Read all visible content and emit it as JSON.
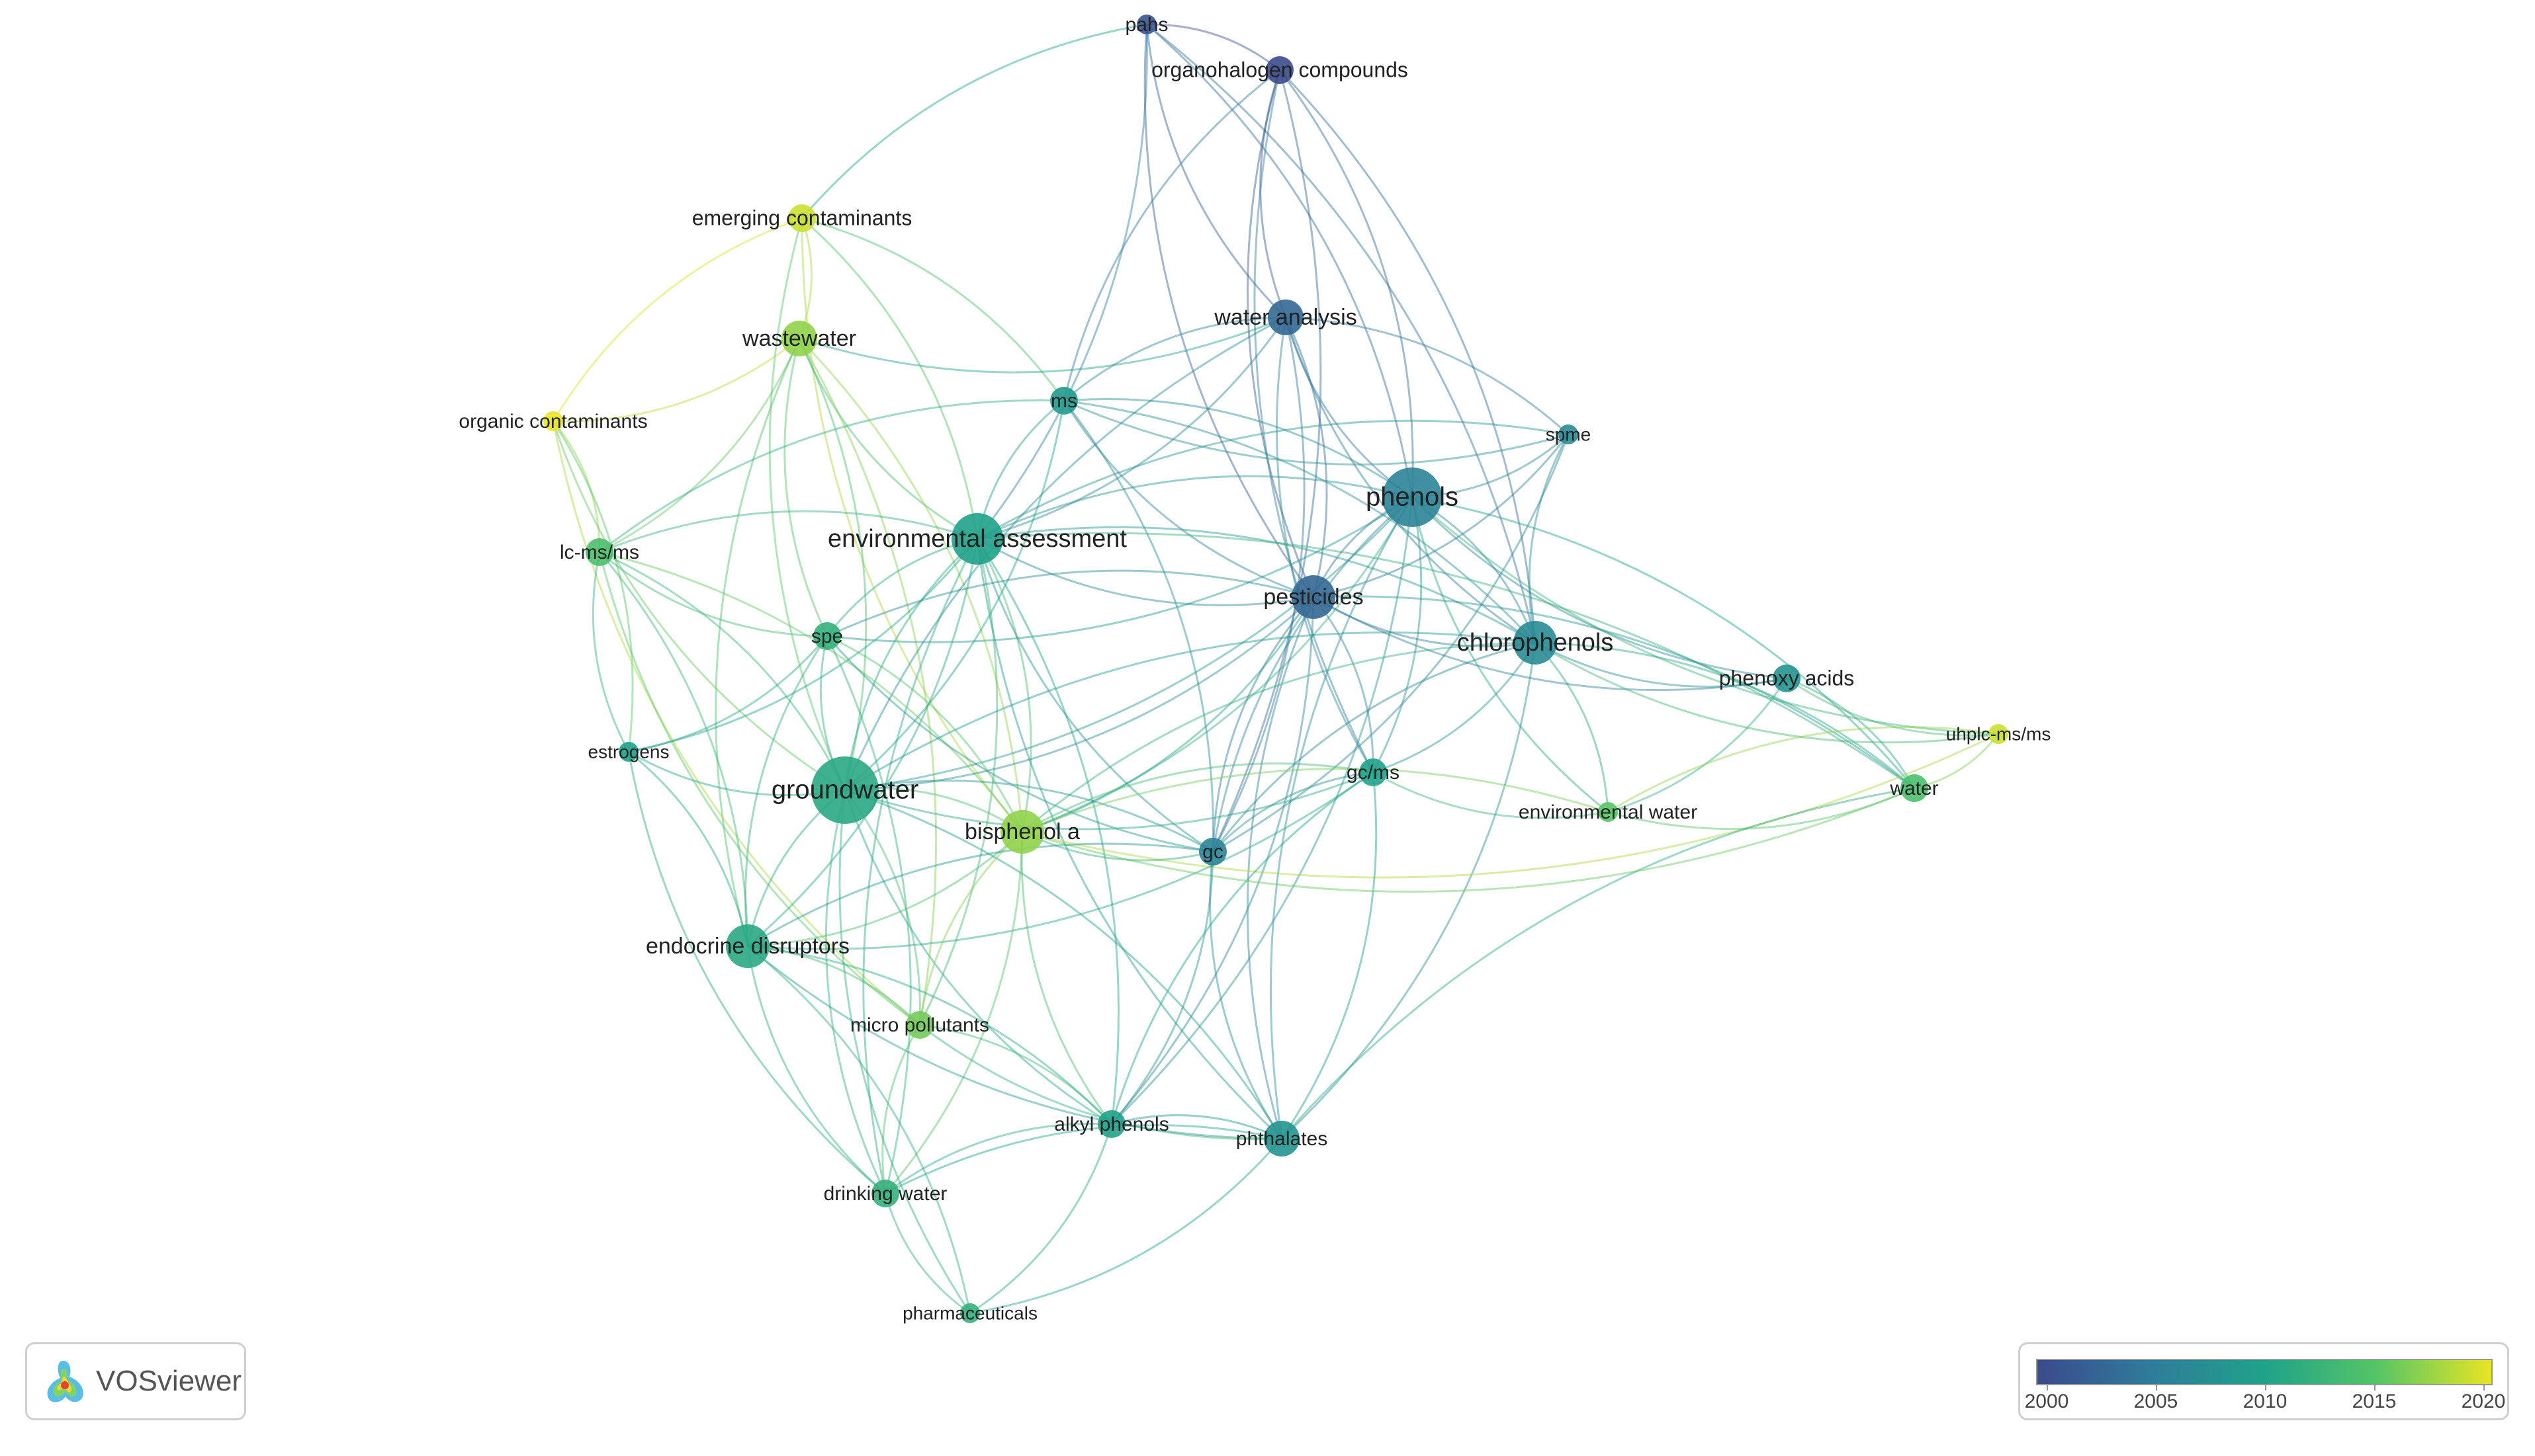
{
  "colors": {
    "2000": "#3b4a8c",
    "2005": "#2f7c9a",
    "2010": "#1fa28a",
    "2015": "#56c566",
    "2020": "#e8e523"
  },
  "nodes": [
    {
      "id": "pahs",
      "label": "pahs",
      "year": 2001,
      "weight": 1
    },
    {
      "id": "organohalogen",
      "label": "organohalogen compounds",
      "year": 2000,
      "weight": 2
    },
    {
      "id": "emerging",
      "label": "emerging contaminants",
      "year": 2019,
      "weight": 2
    },
    {
      "id": "wastewater",
      "label": "wastewater",
      "year": 2017,
      "weight": 3
    },
    {
      "id": "wateranalysis",
      "label": "water analysis",
      "year": 2003,
      "weight": 3
    },
    {
      "id": "ms",
      "label": "ms",
      "year": 2009,
      "weight": 2
    },
    {
      "id": "organiccont",
      "label": "organic contaminants",
      "year": 2020,
      "weight": 1
    },
    {
      "id": "spme",
      "label": "spme",
      "year": 2007,
      "weight": 1
    },
    {
      "id": "phenols",
      "label": "phenols",
      "year": 2006,
      "weight": 6
    },
    {
      "id": "envassess",
      "label": "environmental assessment",
      "year": 2010,
      "weight": 5
    },
    {
      "id": "lcmsms",
      "label": "lc-ms/ms",
      "year": 2014,
      "weight": 2
    },
    {
      "id": "pesticides",
      "label": "pesticides",
      "year": 2003,
      "weight": 4
    },
    {
      "id": "spe",
      "label": "spe",
      "year": 2012,
      "weight": 2
    },
    {
      "id": "chlorophenols",
      "label": "chlorophenols",
      "year": 2007,
      "weight": 4
    },
    {
      "id": "phenoxy",
      "label": "phenoxy acids",
      "year": 2008,
      "weight": 2
    },
    {
      "id": "estrogens",
      "label": "estrogens",
      "year": 2010,
      "weight": 1
    },
    {
      "id": "uhplc",
      "label": "uhplc-ms/ms",
      "year": 2019,
      "weight": 1
    },
    {
      "id": "gcms",
      "label": "gc/ms",
      "year": 2010,
      "weight": 2
    },
    {
      "id": "groundwater",
      "label": "groundwater",
      "year": 2011,
      "weight": 7
    },
    {
      "id": "water",
      "label": "water",
      "year": 2014,
      "weight": 2
    },
    {
      "id": "envwater",
      "label": "environmental water",
      "year": 2015,
      "weight": 1
    },
    {
      "id": "bisphenol",
      "label": "bisphenol a",
      "year": 2017,
      "weight": 4
    },
    {
      "id": "gc",
      "label": "gc",
      "year": 2006,
      "weight": 2
    },
    {
      "id": "endocrine",
      "label": "endocrine disruptors",
      "year": 2011,
      "weight": 4
    },
    {
      "id": "micro",
      "label": "micro pollutants",
      "year": 2016,
      "weight": 2
    },
    {
      "id": "alkyl",
      "label": "alkyl phenols",
      "year": 2010,
      "weight": 2
    },
    {
      "id": "phthalates",
      "label": "phthalates",
      "year": 2008,
      "weight": 3
    },
    {
      "id": "drinking",
      "label": "drinking water",
      "year": 2012,
      "weight": 2
    },
    {
      "id": "pharma",
      "label": "pharmaceuticals",
      "year": 2012,
      "weight": 1
    }
  ],
  "edges": [
    [
      "pahs",
      "organohalogen"
    ],
    [
      "pahs",
      "wateranalysis"
    ],
    [
      "pahs",
      "phenols"
    ],
    [
      "pahs",
      "pesticides"
    ],
    [
      "pahs",
      "envassess"
    ],
    [
      "pahs",
      "emerging"
    ],
    [
      "pahs",
      "chlorophenols"
    ],
    [
      "organohalogen",
      "wateranalysis"
    ],
    [
      "organohalogen",
      "phenols"
    ],
    [
      "organohalogen",
      "pesticides"
    ],
    [
      "organohalogen",
      "chlorophenols"
    ],
    [
      "organohalogen",
      "ms"
    ],
    [
      "organohalogen",
      "gc"
    ],
    [
      "organohalogen",
      "gcms"
    ],
    [
      "emerging",
      "wastewater"
    ],
    [
      "emerging",
      "organiccont"
    ],
    [
      "emerging",
      "envassess"
    ],
    [
      "emerging",
      "groundwater"
    ],
    [
      "emerging",
      "ms"
    ],
    [
      "emerging",
      "bisphenol"
    ],
    [
      "wastewater",
      "organiccont"
    ],
    [
      "wastewater",
      "envassess"
    ],
    [
      "wastewater",
      "groundwater"
    ],
    [
      "wastewater",
      "wateranalysis"
    ],
    [
      "wastewater",
      "bisphenol"
    ],
    [
      "wastewater",
      "spe"
    ],
    [
      "wastewater",
      "lcmsms"
    ],
    [
      "wastewater",
      "endocrine"
    ],
    [
      "wastewater",
      "micro"
    ],
    [
      "wateranalysis",
      "phenols"
    ],
    [
      "wateranalysis",
      "pesticides"
    ],
    [
      "wateranalysis",
      "chlorophenols"
    ],
    [
      "wateranalysis",
      "envassess"
    ],
    [
      "wateranalysis",
      "groundwater"
    ],
    [
      "wateranalysis",
      "gc"
    ],
    [
      "wateranalysis",
      "gcms"
    ],
    [
      "wateranalysis",
      "spme"
    ],
    [
      "wateranalysis",
      "ms"
    ],
    [
      "ms",
      "phenols"
    ],
    [
      "ms",
      "envassess"
    ],
    [
      "ms",
      "groundwater"
    ],
    [
      "ms",
      "pesticides"
    ],
    [
      "ms",
      "chlorophenols"
    ],
    [
      "ms",
      "lcmsms"
    ],
    [
      "ms",
      "gc"
    ],
    [
      "ms",
      "spme"
    ],
    [
      "organiccont",
      "lcmsms"
    ],
    [
      "organiccont",
      "groundwater"
    ],
    [
      "organiccont",
      "estrogens"
    ],
    [
      "organiccont",
      "micro"
    ],
    [
      "spme",
      "phenols"
    ],
    [
      "spme",
      "chlorophenols"
    ],
    [
      "spme",
      "pesticides"
    ],
    [
      "spme",
      "envassess"
    ],
    [
      "spme",
      "gc"
    ],
    [
      "phenols",
      "pesticides"
    ],
    [
      "phenols",
      "chlorophenols"
    ],
    [
      "phenols",
      "envassess"
    ],
    [
      "phenols",
      "groundwater"
    ],
    [
      "phenols",
      "gc"
    ],
    [
      "phenols",
      "gcms"
    ],
    [
      "phenols",
      "phenoxy"
    ],
    [
      "phenols",
      "water"
    ],
    [
      "phenols",
      "uhplc"
    ],
    [
      "phenols",
      "bisphenol"
    ],
    [
      "phenols",
      "phthalates"
    ],
    [
      "phenols",
      "spe"
    ],
    [
      "phenols",
      "envwater"
    ],
    [
      "phenols",
      "alkyl"
    ],
    [
      "envassess",
      "pesticides"
    ],
    [
      "envassess",
      "chlorophenols"
    ],
    [
      "envassess",
      "groundwater"
    ],
    [
      "envassess",
      "endocrine"
    ],
    [
      "envassess",
      "spe"
    ],
    [
      "envassess",
      "bisphenol"
    ],
    [
      "envassess",
      "lcmsms"
    ],
    [
      "envassess",
      "estrogens"
    ],
    [
      "envassess",
      "drinking"
    ],
    [
      "envassess",
      "micro"
    ],
    [
      "envassess",
      "phthalates"
    ],
    [
      "envassess",
      "alkyl"
    ],
    [
      "envassess",
      "gc"
    ],
    [
      "envassess",
      "water"
    ],
    [
      "lcmsms",
      "spe"
    ],
    [
      "lcmsms",
      "groundwater"
    ],
    [
      "lcmsms",
      "estrogens"
    ],
    [
      "lcmsms",
      "endocrine"
    ],
    [
      "lcmsms",
      "micro"
    ],
    [
      "lcmsms",
      "bisphenol"
    ],
    [
      "pesticides",
      "chlorophenols"
    ],
    [
      "pesticides",
      "groundwater"
    ],
    [
      "pesticides",
      "gc"
    ],
    [
      "pesticides",
      "gcms"
    ],
    [
      "pesticides",
      "phthalates"
    ],
    [
      "pesticides",
      "bisphenol"
    ],
    [
      "pesticides",
      "spe"
    ],
    [
      "pesticides",
      "alkyl"
    ],
    [
      "pesticides",
      "phenoxy"
    ],
    [
      "pesticides",
      "water"
    ],
    [
      "spe",
      "groundwater"
    ],
    [
      "spe",
      "bisphenol"
    ],
    [
      "spe",
      "endocrine"
    ],
    [
      "spe",
      "estrogens"
    ],
    [
      "spe",
      "gc"
    ],
    [
      "spe",
      "drinking"
    ],
    [
      "chlorophenols",
      "phenoxy"
    ],
    [
      "chlorophenols",
      "water"
    ],
    [
      "chlorophenols",
      "gc"
    ],
    [
      "chlorophenols",
      "gcms"
    ],
    [
      "chlorophenols",
      "groundwater"
    ],
    [
      "chlorophenols",
      "envwater"
    ],
    [
      "chlorophenols",
      "uhplc"
    ],
    [
      "chlorophenols",
      "phthalates"
    ],
    [
      "chlorophenols",
      "bisphenol"
    ],
    [
      "phenoxy",
      "water"
    ],
    [
      "phenoxy",
      "uhplc"
    ],
    [
      "phenoxy",
      "envwater"
    ],
    [
      "estrogens",
      "groundwater"
    ],
    [
      "estrogens",
      "endocrine"
    ],
    [
      "estrogens",
      "drinking"
    ],
    [
      "uhplc",
      "water"
    ],
    [
      "uhplc",
      "envwater"
    ],
    [
      "uhplc",
      "bisphenol"
    ],
    [
      "gcms",
      "gc"
    ],
    [
      "gcms",
      "groundwater"
    ],
    [
      "gcms",
      "bisphenol"
    ],
    [
      "gcms",
      "phthalates"
    ],
    [
      "gcms",
      "envwater"
    ],
    [
      "gcms",
      "endocrine"
    ],
    [
      "gcms",
      "alkyl"
    ],
    [
      "groundwater",
      "bisphenol"
    ],
    [
      "groundwater",
      "endocrine"
    ],
    [
      "groundwater",
      "micro"
    ],
    [
      "groundwater",
      "alkyl"
    ],
    [
      "groundwater",
      "phthalates"
    ],
    [
      "groundwater",
      "drinking"
    ],
    [
      "groundwater",
      "gc"
    ],
    [
      "groundwater",
      "pharma"
    ],
    [
      "water",
      "envwater"
    ],
    [
      "water",
      "phthalates"
    ],
    [
      "water",
      "bisphenol"
    ],
    [
      "bisphenol",
      "gc"
    ],
    [
      "bisphenol",
      "endocrine"
    ],
    [
      "bisphenol",
      "micro"
    ],
    [
      "bisphenol",
      "drinking"
    ],
    [
      "bisphenol",
      "alkyl"
    ],
    [
      "bisphenol",
      "envwater"
    ],
    [
      "gc",
      "phthalates"
    ],
    [
      "gc",
      "alkyl"
    ],
    [
      "gc",
      "endocrine"
    ],
    [
      "endocrine",
      "micro"
    ],
    [
      "endocrine",
      "drinking"
    ],
    [
      "endocrine",
      "alkyl"
    ],
    [
      "endocrine",
      "phthalates"
    ],
    [
      "endocrine",
      "pharma"
    ],
    [
      "micro",
      "drinking"
    ],
    [
      "micro",
      "alkyl"
    ],
    [
      "micro",
      "phthalates"
    ],
    [
      "alkyl",
      "phthalates"
    ],
    [
      "alkyl",
      "drinking"
    ],
    [
      "alkyl",
      "pharma"
    ],
    [
      "phthalates",
      "drinking"
    ],
    [
      "phthalates",
      "pharma"
    ],
    [
      "drinking",
      "pharma"
    ]
  ],
  "legend": {
    "ticks": [
      "2000",
      "2005",
      "2010",
      "2015",
      "2020"
    ]
  },
  "logo": {
    "text": "VOSviewer"
  }
}
